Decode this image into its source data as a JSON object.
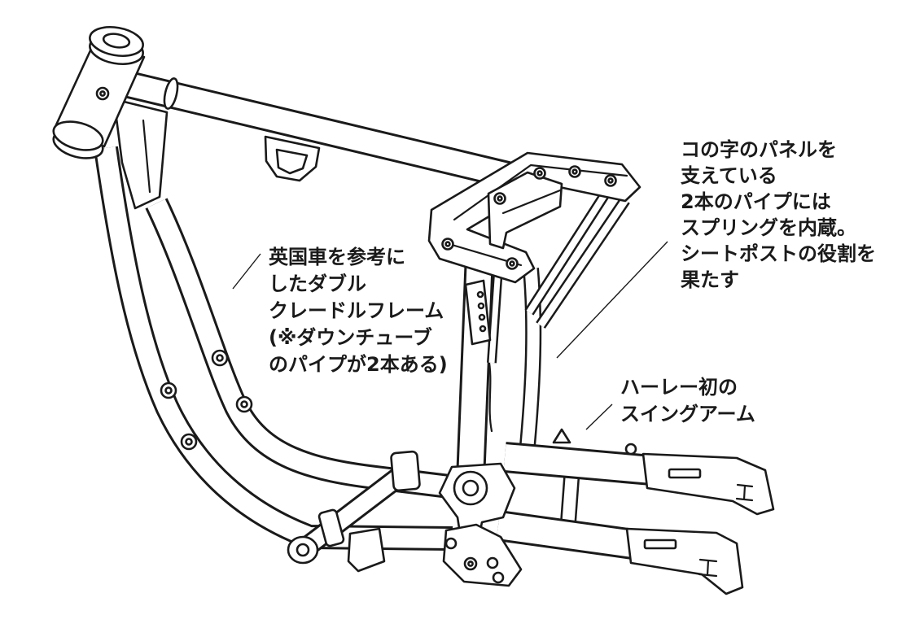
{
  "colors": {
    "ink": "#1a1a1a",
    "paper": "#ffffff"
  },
  "annotations": {
    "double_cradle": {
      "lines": [
        "英国車を参考に",
        "したダブル",
        "クレードルフレーム",
        "(※ダウンチューブ",
        "のパイプが2本ある)"
      ]
    },
    "seat_post": {
      "lines": [
        "コの字のパネルを",
        "支えている",
        "2本のパイプには",
        "スプリングを内蔵。",
        "シートポストの役割を",
        "果たす"
      ]
    },
    "swing_arm": {
      "lines": [
        "ハーレー初の",
        "スイングアーム"
      ]
    }
  }
}
